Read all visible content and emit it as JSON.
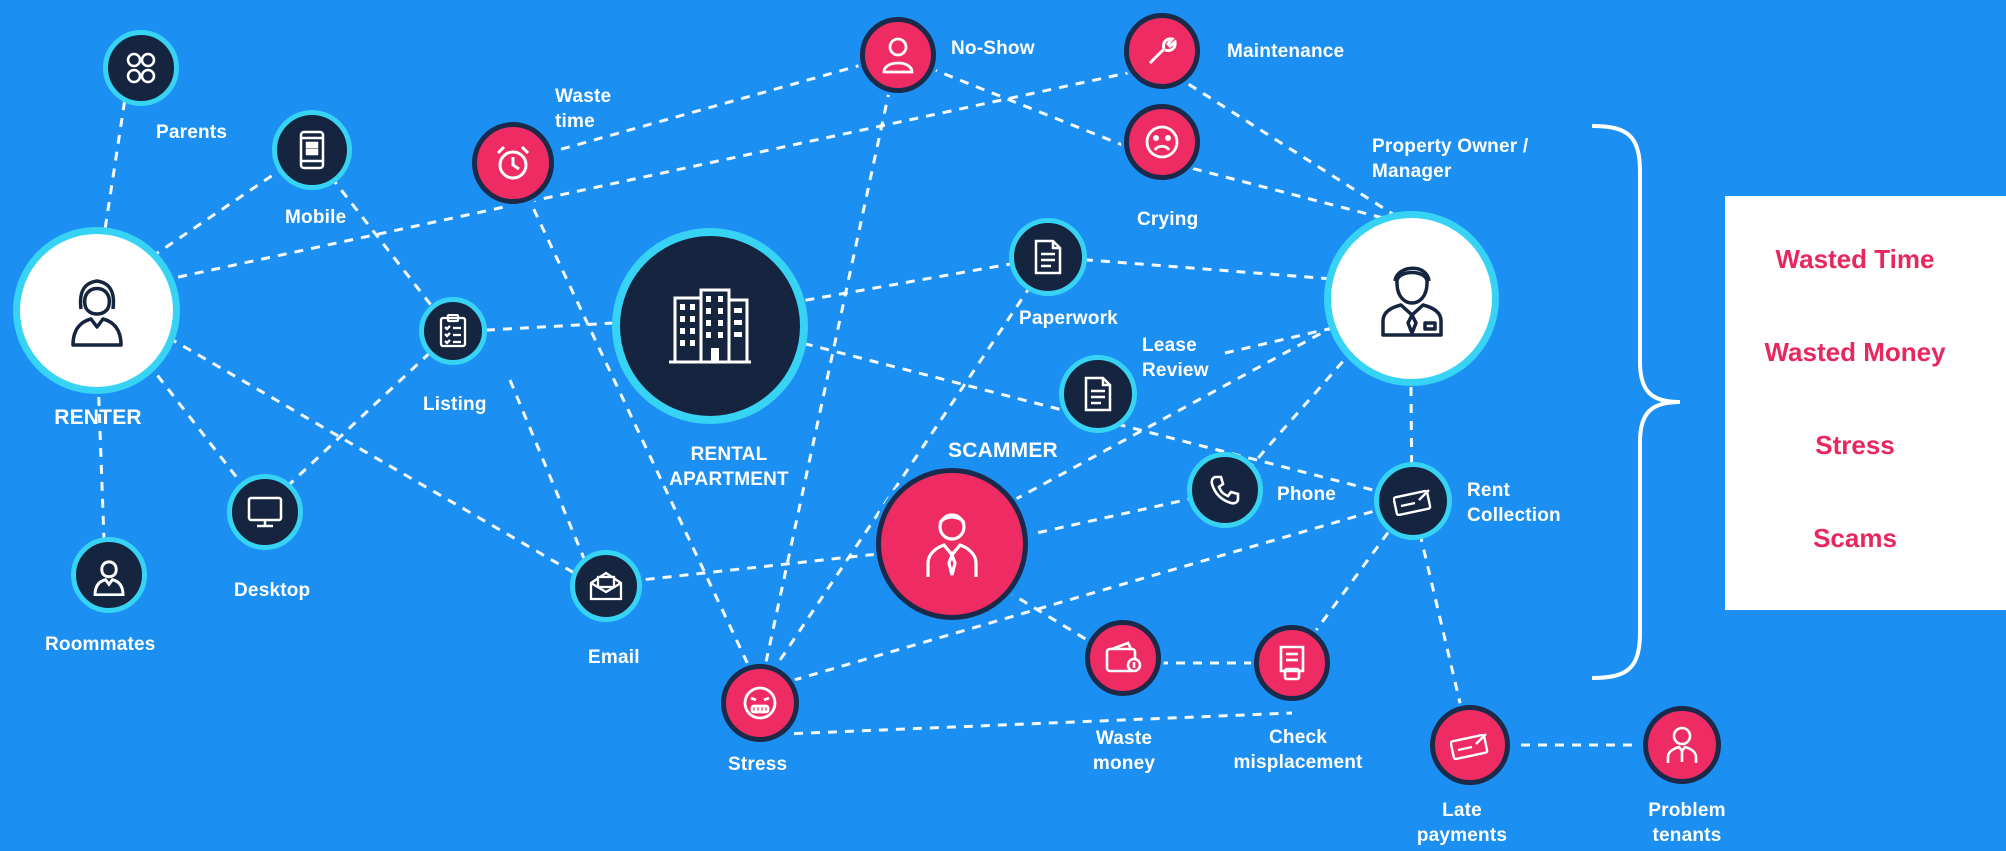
{
  "colors": {
    "background": "#1b8ff2",
    "accent_cyan": "#37d3f5",
    "node_dark": "#15243f",
    "node_pink": "#ee2b63",
    "outcome_text": "#e8275f"
  },
  "nodes": {
    "renter": {
      "label": "RENTER",
      "icon": "female-user-icon"
    },
    "parents": {
      "label": "Parents",
      "icon": "group-icon"
    },
    "roommates": {
      "label": "Roommates",
      "icon": "female-user-icon"
    },
    "mobile": {
      "label": "Mobile",
      "icon": "mobile-phone-icon"
    },
    "desktop": {
      "label": "Desktop",
      "icon": "desktop-monitor-icon"
    },
    "listing": {
      "label": "Listing",
      "icon": "clipboard-checklist-icon"
    },
    "email": {
      "label": "Email",
      "icon": "envelope-icon"
    },
    "rental_apartment": {
      "label": "RENTAL\nAPARTMENT",
      "icon": "apartment-building-icon"
    },
    "waste_time": {
      "label": "Waste\ntime",
      "icon": "alarm-clock-icon"
    },
    "no_show": {
      "label": "No-Show",
      "icon": "person-icon"
    },
    "maintenance": {
      "label": "Maintenance",
      "icon": "wrench-icon"
    },
    "crying": {
      "label": "Crying",
      "icon": "sad-face-icon"
    },
    "paperwork": {
      "label": "Paperwork",
      "icon": "document-icon"
    },
    "lease_review": {
      "label": "Lease\nReview",
      "icon": "document-icon"
    },
    "scammer": {
      "label": "SCAMMER",
      "icon": "businessman-icon"
    },
    "phone": {
      "label": "Phone",
      "icon": "phone-handset-icon"
    },
    "rent_collection": {
      "label": "Rent\nCollection",
      "icon": "cheque-icon"
    },
    "property_owner": {
      "label": "Property Owner /\nManager",
      "icon": "manager-icon"
    },
    "stress": {
      "label": "Stress",
      "icon": "stressed-face-icon"
    },
    "waste_money": {
      "label": "Waste\nmoney",
      "icon": "wallet-icon"
    },
    "check_misplacement": {
      "label": "Check\nmisplacement",
      "icon": "receipt-icon"
    },
    "late_payments": {
      "label": "Late\npayments",
      "icon": "cheque-icon"
    },
    "problem_tenants": {
      "label": "Problem\ntenants",
      "icon": "tenant-icon"
    }
  },
  "outcomes": [
    "Wasted Time",
    "Wasted Money",
    "Stress",
    "Scams"
  ]
}
